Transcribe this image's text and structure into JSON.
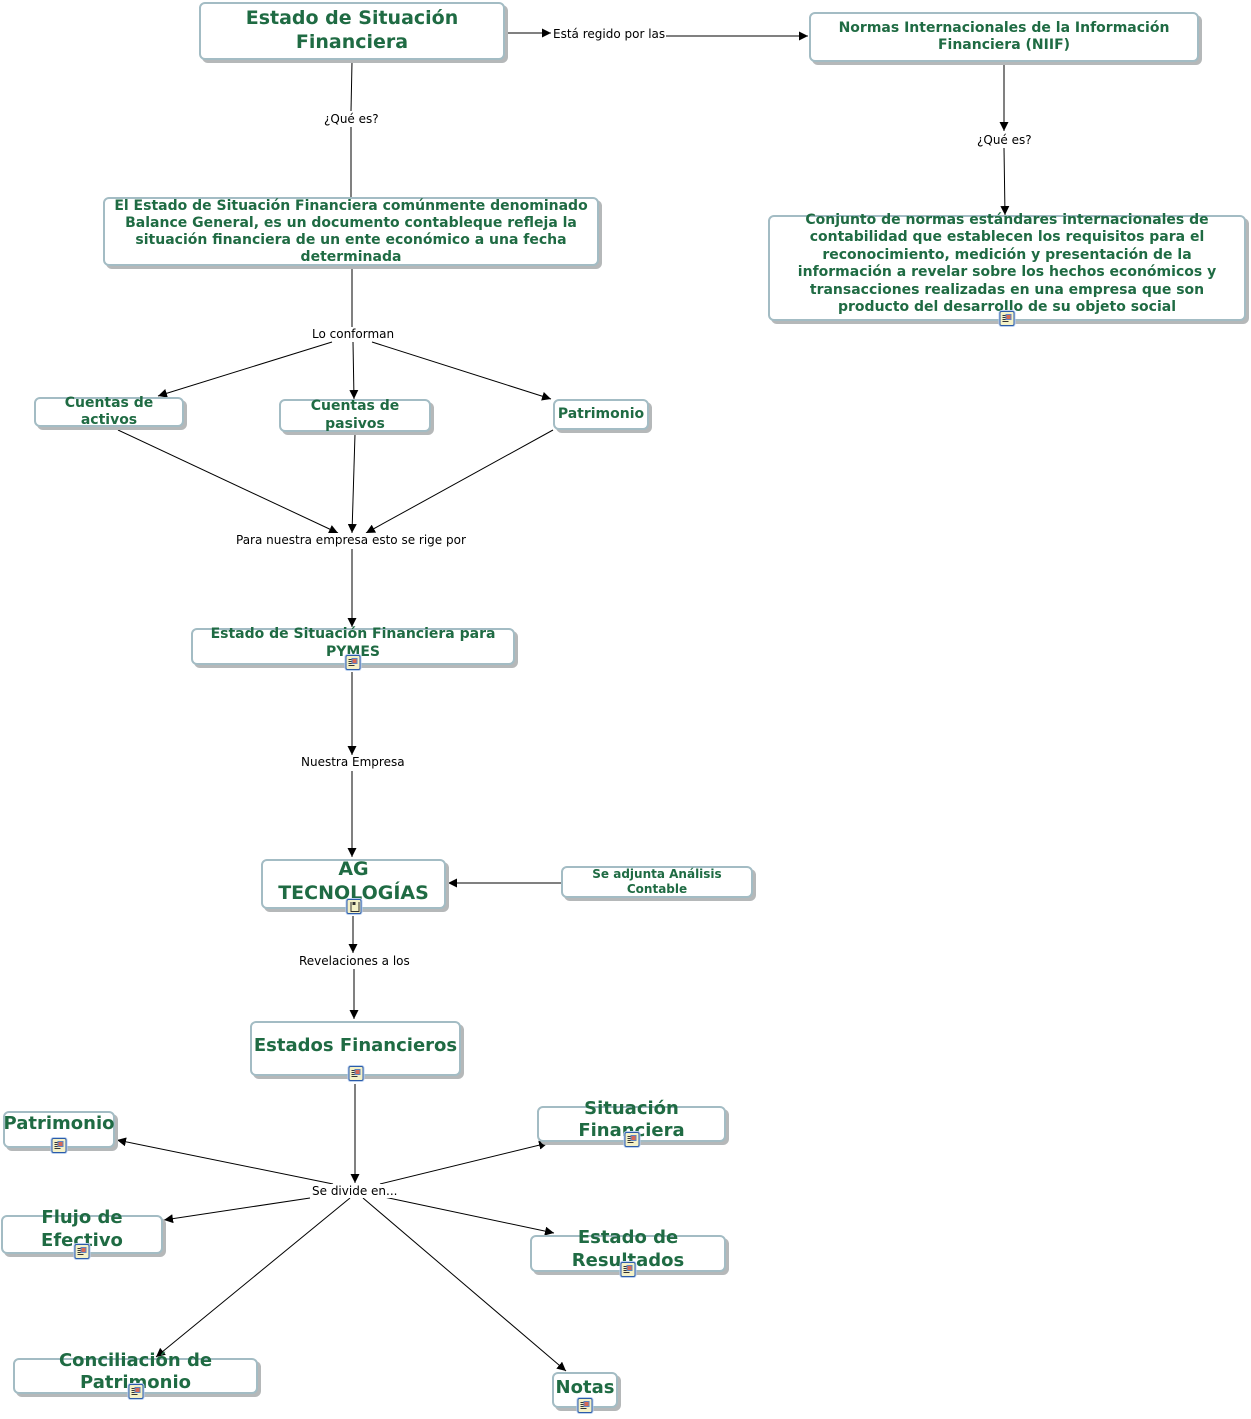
{
  "concepts": {
    "estado_situacion": "Estado de Situación Financiera",
    "niif": "Normas Internacionales de la Información Financiera (NIIF)",
    "definicion_esf": "El Estado de Situación Financiera comúnmente denominado Balance General, es un documento contableque refleja la situación financiera de un ente económico a una fecha determinada",
    "definicion_niif": "Conjunto de normas estándares internacionales de contabilidad que establecen los requisitos para el reconocimiento, medición y presentación de la información a revelar sobre los hechos económicos y transacciones realizadas en una empresa que son producto del desarrollo de su objeto social",
    "cuentas_activos": "Cuentas de activos",
    "cuentas_pasivos": "Cuentas de pasivos",
    "patrimonio_top": "Patrimonio",
    "esf_pymes": "Estado de Situación Financiera para PYMES",
    "ag_tecnologias": "AG TECNOLOGÍAS",
    "analisis_contable": "Se adjunta Análisis Contable",
    "estados_financieros": "Estados Financieros",
    "patrimonio": "Patrimonio",
    "situacion_financiera": "Situación Financiera",
    "flujo_efectivo": "Flujo de Efectivo",
    "estado_resultados": "Estado de Resultados",
    "conciliacion_patrimonio": "Conciliación de Patrimonio",
    "notas": "Notas"
  },
  "linking_phrases": {
    "regido": "Está regido por las",
    "que_es_1": "¿Qué es?",
    "que_es_2": "¿Qué es?",
    "lo_conforman": "Lo conforman",
    "para_empresa": "Para nuestra empresa esto se rige por",
    "nuestra_empresa": "Nuestra Empresa",
    "revelaciones": "Revelaciones a los",
    "se_divide": "Se divide en..."
  },
  "resource_icons": {
    "document": "document-resource-icon",
    "concept_map": "concept-map-resource-icon"
  },
  "colors": {
    "concept_text": "#1f6b43",
    "node_border": "#a3bcc4",
    "line": "#000000"
  }
}
